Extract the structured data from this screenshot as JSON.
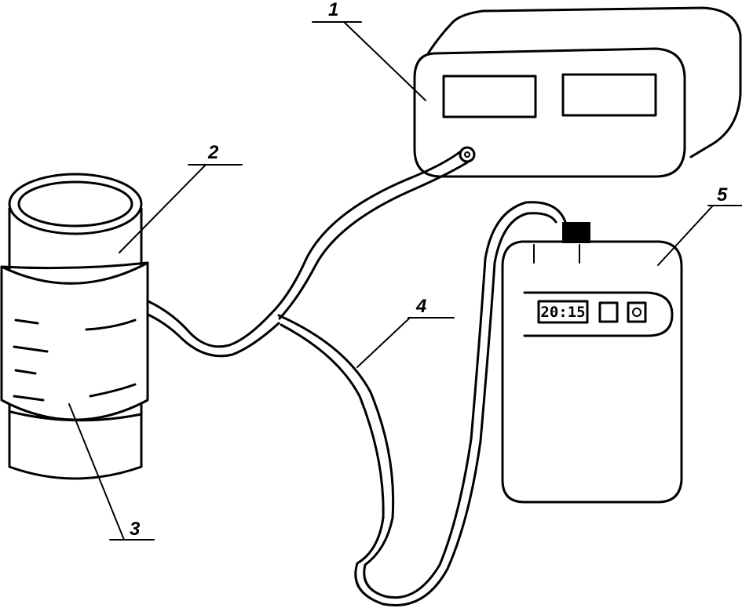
{
  "labels": {
    "monitor": "1",
    "pipe_section": "2",
    "cuff": "3",
    "tube": "4",
    "recorder": "5"
  },
  "recorder_display": "20:15",
  "colors": {
    "ink": "#000000",
    "paper": "#ffffff"
  }
}
